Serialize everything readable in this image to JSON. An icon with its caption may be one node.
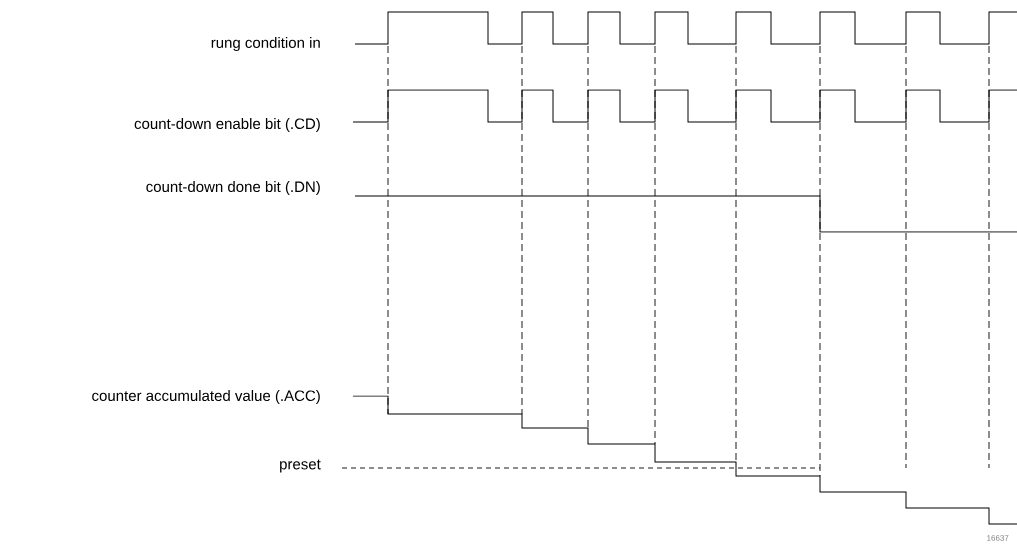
{
  "diagram": {
    "labels": [
      "rung condition in",
      "count-down enable bit (.CD)",
      "count-down done bit (.DN)",
      "counter accumulated value (.ACC)",
      "preset",
      "16637"
    ]
  }
}
